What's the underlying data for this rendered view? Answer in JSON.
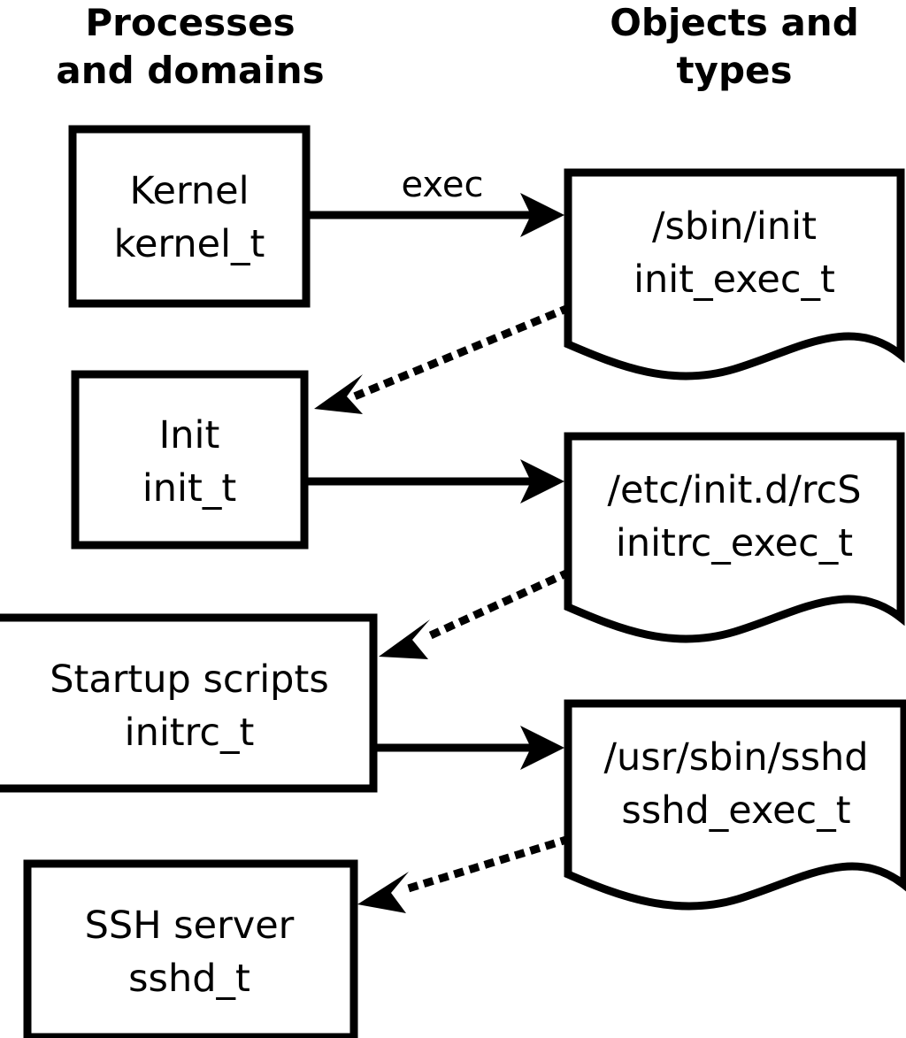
{
  "diagram": {
    "title_left": "Processes\nand domains",
    "columns": [
      {
        "id": "processes",
        "line1": "Processes",
        "line2": "and domains"
      },
      {
        "id": "objects",
        "line1": "Objects and",
        "line2": "types"
      }
    ],
    "processes": [
      {
        "id": "kernel",
        "line1": "Kernel",
        "line2": "kernel_t"
      },
      {
        "id": "init",
        "line1": "Init",
        "line2": "init_t"
      },
      {
        "id": "initrc",
        "line1": "Startup scripts",
        "line2": "initrc_t"
      },
      {
        "id": "sshd",
        "line1": "SSH server",
        "line2": "sshd_t"
      }
    ],
    "objects": [
      {
        "id": "init_exec",
        "line1": "/sbin/init",
        "line2": "init_exec_t"
      },
      {
        "id": "initrc_exec",
        "line1": "/etc/init.d/rcS",
        "line2": "initrc_exec_t"
      },
      {
        "id": "sshd_exec",
        "line1": "/usr/sbin/sshd",
        "line2": "sshd_exec_t"
      }
    ],
    "edges": [
      {
        "id": "kernel-exec-init",
        "label": "exec",
        "style": "solid",
        "from": "kernel",
        "to": "init_exec"
      },
      {
        "id": "initexec-transition",
        "label": "",
        "style": "dotted",
        "from": "init_exec",
        "to": "init"
      },
      {
        "id": "init-exec-initrc",
        "label": "",
        "style": "solid",
        "from": "init",
        "to": "initrc_exec"
      },
      {
        "id": "initrcexec-transition",
        "label": "",
        "style": "dotted",
        "from": "initrc_exec",
        "to": "initrc"
      },
      {
        "id": "initrc-exec-sshd",
        "label": "",
        "style": "solid",
        "from": "initrc",
        "to": "sshd_exec"
      },
      {
        "id": "sshdexec-transition",
        "label": "",
        "style": "dotted",
        "from": "sshd_exec",
        "to": "sshd"
      }
    ],
    "colors": {
      "stroke": "#000000",
      "fill": "#ffffff",
      "text": "#000000"
    }
  }
}
